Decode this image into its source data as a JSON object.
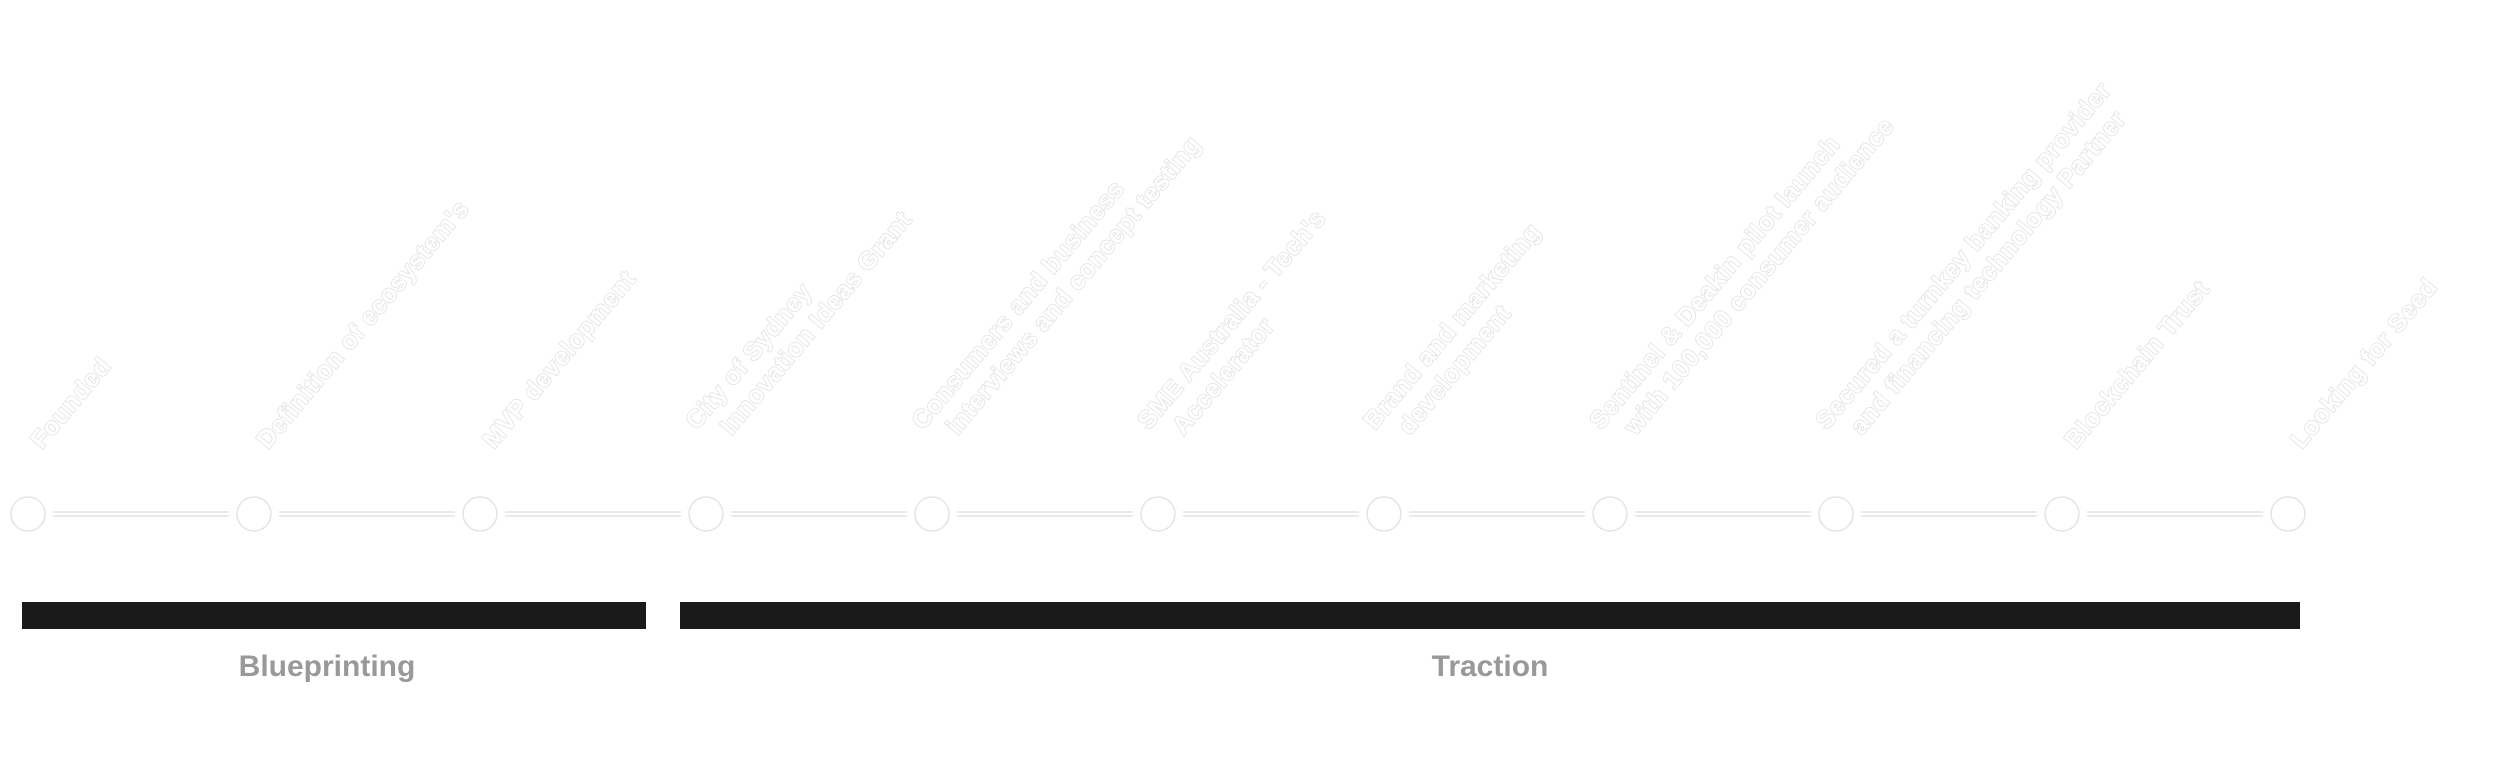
{
  "milestones": [
    {
      "lines": [
        "Founded"
      ]
    },
    {
      "lines": [
        "Definition of ecosystem's"
      ]
    },
    {
      "lines": [
        "MVP development"
      ]
    },
    {
      "lines": [
        "City of Sydney",
        "Innovation Ideas Grant"
      ]
    },
    {
      "lines": [
        "Consumers and business",
        "interviews and concept testing"
      ]
    },
    {
      "lines": [
        "SME Australia - Tech's",
        "Accelerator"
      ]
    },
    {
      "lines": [
        "Brand and marketing",
        "development"
      ]
    },
    {
      "lines": [
        "Sentinel & Deakin pilot launch",
        "with 100,000 consumer audience"
      ]
    },
    {
      "lines": [
        "Secured a turnkey banking provider",
        "and financing technology Partner"
      ]
    },
    {
      "lines": [
        "Blockchain Trust"
      ]
    },
    {
      "lines": [
        "Looking for Seed"
      ]
    }
  ],
  "phases": [
    {
      "label": "Blueprinting"
    },
    {
      "label": "Traction"
    }
  ],
  "colors": {
    "phase_bar": "#1a1a1a",
    "phase_label": "#999999",
    "connector": "#e2e2e2",
    "node": "#e4e4e4"
  }
}
